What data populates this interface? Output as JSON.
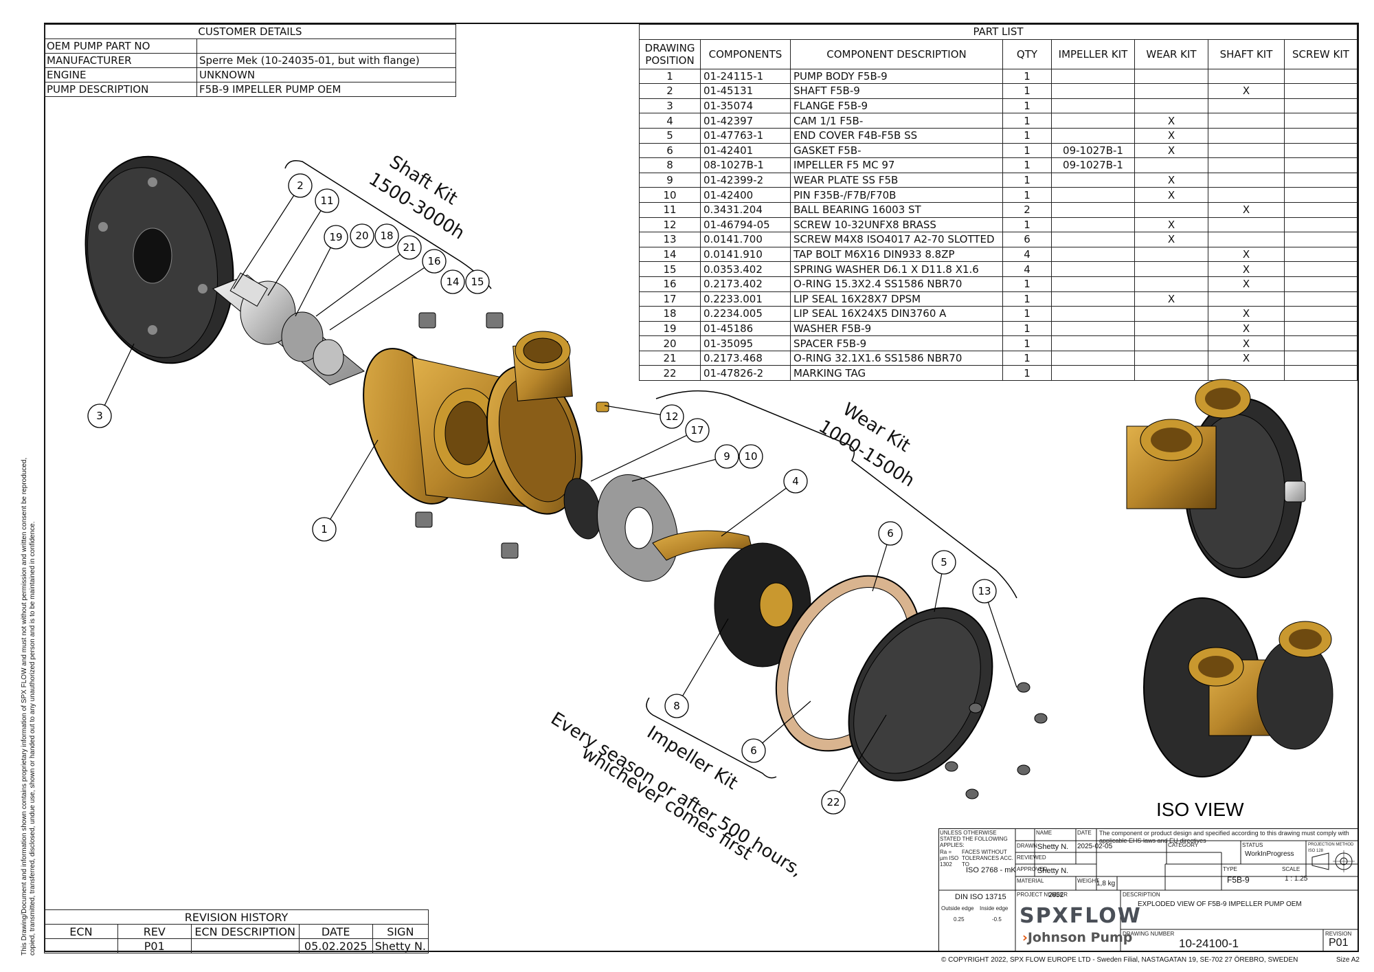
{
  "customer_details": {
    "title": "CUSTOMER DETAILS",
    "rows": [
      {
        "label": "OEM PUMP PART NO",
        "value": ""
      },
      {
        "label": "MANUFACTURER",
        "value": "Sperre Mek (10-24035-01, but with flange)"
      },
      {
        "label": "ENGINE",
        "value": "UNKNOWN"
      },
      {
        "label": "PUMP DESCRIPTION",
        "value": "F5B-9 IMPELLER PUMP OEM"
      }
    ]
  },
  "part_list": {
    "title": "PART LIST",
    "headers": [
      "DRAWING POSITION",
      "COMPONENTS",
      "COMPONENT DESCRIPTION",
      "QTY",
      "IMPELLER KIT",
      "WEAR KIT",
      "SHAFT KIT",
      "SCREW KIT"
    ],
    "rows": [
      [
        "1",
        "01-24115-1",
        "PUMP BODY F5B-9",
        "1",
        "",
        "",
        "",
        ""
      ],
      [
        "2",
        "01-45131",
        "SHAFT F5B-9",
        "1",
        "",
        "",
        "X",
        ""
      ],
      [
        "3",
        "01-35074",
        "FLANGE F5B-9",
        "1",
        "",
        "",
        "",
        ""
      ],
      [
        "4",
        "01-42397",
        "CAM 1/1 F5B-",
        "1",
        "",
        "X",
        "",
        ""
      ],
      [
        "5",
        "01-47763-1",
        "END COVER F4B-F5B SS",
        "1",
        "",
        "X",
        "",
        ""
      ],
      [
        "6",
        "01-42401",
        "GASKET F5B-",
        "1",
        "09-1027B-1",
        "X",
        "",
        ""
      ],
      [
        "8",
        "08-1027B-1",
        "IMPELLER F5 MC 97",
        "1",
        "09-1027B-1",
        "",
        "",
        ""
      ],
      [
        "9",
        "01-42399-2",
        "WEAR PLATE SS F5B",
        "1",
        "",
        "X",
        "",
        ""
      ],
      [
        "10",
        "01-42400",
        "PIN F35B-/F7B/F70B",
        "1",
        "",
        "X",
        "",
        ""
      ],
      [
        "11",
        "0.3431.204",
        "BALL BEARING 16003 ST",
        "2",
        "",
        "",
        "X",
        ""
      ],
      [
        "12",
        "01-46794-05",
        "SCREW 10-32UNFX8 BRASS",
        "1",
        "",
        "X",
        "",
        ""
      ],
      [
        "13",
        "0.0141.700",
        "SCREW M4X8 ISO4017 A2-70 SLOTTED",
        "6",
        "",
        "X",
        "",
        ""
      ],
      [
        "14",
        "0.0141.910",
        "TAP BOLT M6X16 DIN933 8.8ZP",
        "4",
        "",
        "",
        "X",
        ""
      ],
      [
        "15",
        "0.0353.402",
        "SPRING WASHER D6.1 X D11.8 X1.6",
        "4",
        "",
        "",
        "X",
        ""
      ],
      [
        "16",
        "0.2173.402",
        "O-RING 15.3X2.4 SS1586 NBR70",
        "1",
        "",
        "",
        "X",
        ""
      ],
      [
        "17",
        "0.2233.001",
        "LIP SEAL 16X28X7 DPSM",
        "1",
        "",
        "X",
        "",
        ""
      ],
      [
        "18",
        "0.2234.005",
        "LIP SEAL 16X24X5 DIN3760 A",
        "1",
        "",
        "",
        "X",
        ""
      ],
      [
        "19",
        "01-45186",
        "WASHER F5B-9",
        "1",
        "",
        "",
        "X",
        ""
      ],
      [
        "20",
        "01-35095",
        "SPACER F5B-9",
        "1",
        "",
        "",
        "X",
        ""
      ],
      [
        "21",
        "0.2173.468",
        "O-RING 32.1X1.6 SS1586 NBR70",
        "1",
        "",
        "",
        "X",
        ""
      ],
      [
        "22",
        "01-47826-2",
        "MARKING TAG",
        "1",
        "",
        "",
        "",
        ""
      ]
    ]
  },
  "kits": {
    "shaft_kit": [
      "Shaft Kit",
      "1500-3000h"
    ],
    "wear_kit": [
      "Wear Kit",
      "1000-1500h"
    ],
    "impeller_kit": [
      "Impeller Kit",
      "Every season or after 500 hours,",
      "whichever comes first"
    ]
  },
  "balloons": [
    "1",
    "2",
    "3",
    "4",
    "5",
    "6",
    "6",
    "8",
    "9",
    "10",
    "11",
    "12",
    "13",
    "14",
    "15",
    "16",
    "17",
    "18",
    "19",
    "20",
    "21",
    "22"
  ],
  "iso_view_label": "ISO VIEW",
  "revision_history": {
    "title": "REVISION HISTORY",
    "headers": [
      "ECN",
      "REV",
      "ECN DESCRIPTION",
      "DATE",
      "SIGN"
    ],
    "rows": [
      [
        "",
        "P01",
        "",
        "05.02.2025",
        "Shetty N."
      ]
    ]
  },
  "title_block": {
    "unless": "UNLESS OTHERWISE STATED THE FOLLOWING APPLIES:",
    "ra": "Ra = µm ISO 1302",
    "faces": "FACES WITHOUT TOLERANCES ACC. TO",
    "iso2768": "ISO 2768 - mK",
    "din": "DIN ISO 13715",
    "outside_edge": "Outside edge",
    "inside_edge": "Inside edge",
    "outside_val": "0.25",
    "inside_val": "-0.5",
    "name_label": "NAME",
    "date_label": "DATE",
    "drawn_label": "DRAWN",
    "drawn_name": "Shetty N.",
    "drawn_date": "2025-02-05",
    "reviewed_label": "REVIEWED",
    "approved_label": "APPROVED",
    "approved_name": "Shetty N.",
    "material_label": "MATERIAL",
    "weight_label": "WEIGHT",
    "weight": "1,8 kg",
    "project_label": "PROJECT NUMBER",
    "project": "2652",
    "note": "The component or product design and specified according to this drawing must comply with applicable EHS laws and EU-directives",
    "category_label": "CATEGORY",
    "status_label": "STATUS",
    "status": "WorkInProgress",
    "projection_label": "PROJECTION METHOD ISO 128",
    "type_label": "TYPE",
    "type": "F5B-9",
    "scale_label": "SCALE",
    "scale": "1 : 1.25",
    "description_label": "DESCRIPTION",
    "description": "EXPLODED VIEW OF F5B-9 IMPELLER PUMP OEM",
    "drawing_number_label": "DRAWING NUMBER",
    "drawing_number": "10-24100-1",
    "revision_label": "REVISION",
    "revision": "P01",
    "brand_spx": "SPXFLOW",
    "brand_jp": "Johnson Pump",
    "copyright": "© COPYRIGHT 2022, SPX FLOW EUROPE LTD - Sweden Filial, NASTAGATAN 19, SE-702 27 ÖREBRO, SWEDEN",
    "size_label": "Size",
    "size": "A2"
  },
  "side_note": [
    "This Drawing/Document and information shown contains proprietary information of SPX FLOW and must not without permission and written consent be reproduced,",
    "copied, transmitted, transferred, disclosed, undue use, shown or handed out to any unauthorized person and is to be maintained in confidence."
  ],
  "colors": {
    "brass": "#b8862b",
    "brass_dark": "#7a5413",
    "rubber": "#2b2b2b",
    "steel": "#c8c8c8",
    "gasket": "#d9b48f"
  }
}
